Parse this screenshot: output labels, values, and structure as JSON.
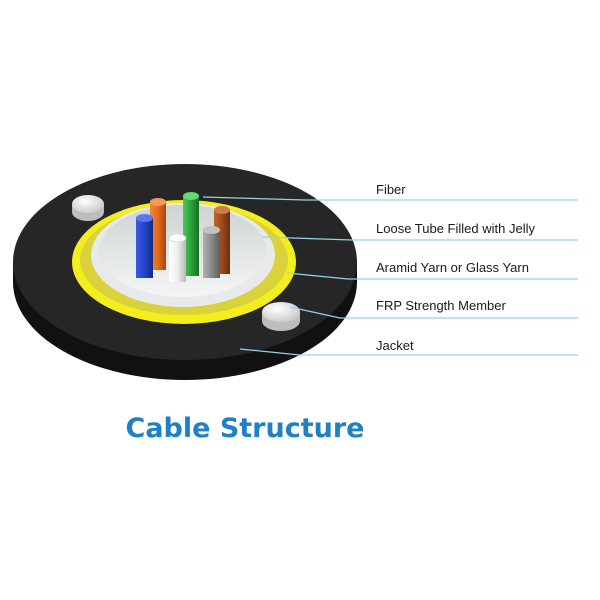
{
  "diagram": {
    "title": "Cable Structure",
    "callouts": [
      {
        "id": "fiber",
        "label": "Fiber"
      },
      {
        "id": "loose-tube",
        "label": "Loose Tube Filled with Jelly"
      },
      {
        "id": "aramid-yarn",
        "label": "Aramid Yarn or Glass Yarn"
      },
      {
        "id": "frp-member",
        "label": "FRP Strength Member"
      },
      {
        "id": "jacket",
        "label": "Jacket"
      }
    ],
    "colors": {
      "jacket": "#1f1f1f",
      "aramid_yarn": "#f4ee1e",
      "loose_tube": "#dfe2e2",
      "frp_member": "#e6e6e6",
      "callout_line": "#8fd3ea",
      "title": "#1f80c4",
      "fiber_blue": "#2444c8",
      "fiber_orange": "#e46a1a",
      "fiber_green": "#2aa33a",
      "fiber_white": "#f0f0f0",
      "fiber_gray": "#8a8a8a",
      "fiber_brown": "#9c4a1c"
    }
  }
}
